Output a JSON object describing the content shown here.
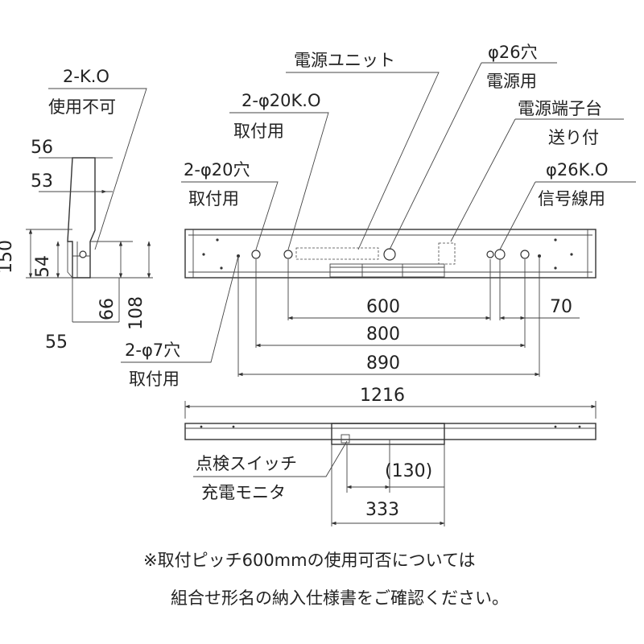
{
  "side_view": {
    "label_hole": "2-K.O",
    "label_hole_sub": "使用不可",
    "dim_top_56": "56",
    "dim_top_53": "53",
    "dim_150": "150",
    "dim_54": "54",
    "dim_66": "66",
    "dim_108": "108",
    "dim_55": "55"
  },
  "top_view": {
    "label_phi20ko": "2-φ20K.O",
    "label_phi20ko_sub": "取付用",
    "label_unit": "電源ユニット",
    "label_phi26": "φ26穴",
    "label_phi26_sub": "電源用",
    "label_terminal": "電源端子台",
    "label_terminal_sub": "送り付",
    "label_phi20": "2-φ20穴",
    "label_phi20_sub": "取付用",
    "label_phi26ko": "φ26K.O",
    "label_phi26ko_sub": "信号線用",
    "label_phi7": "2-φ7穴",
    "label_phi7_sub": "取付用",
    "dim_600": "600",
    "dim_70": "70",
    "dim_800": "800",
    "dim_890": "890"
  },
  "front_view": {
    "dim_1216": "1216",
    "label_switch": "点検スイッチ",
    "label_switch_sub": "充電モニタ",
    "dim_130": "(130)",
    "dim_333": "333"
  },
  "note": {
    "line1": "※取付ピッチ600mmの使用可否については",
    "line2": "組合せ形名の納入仕様書をご確認ください。"
  }
}
